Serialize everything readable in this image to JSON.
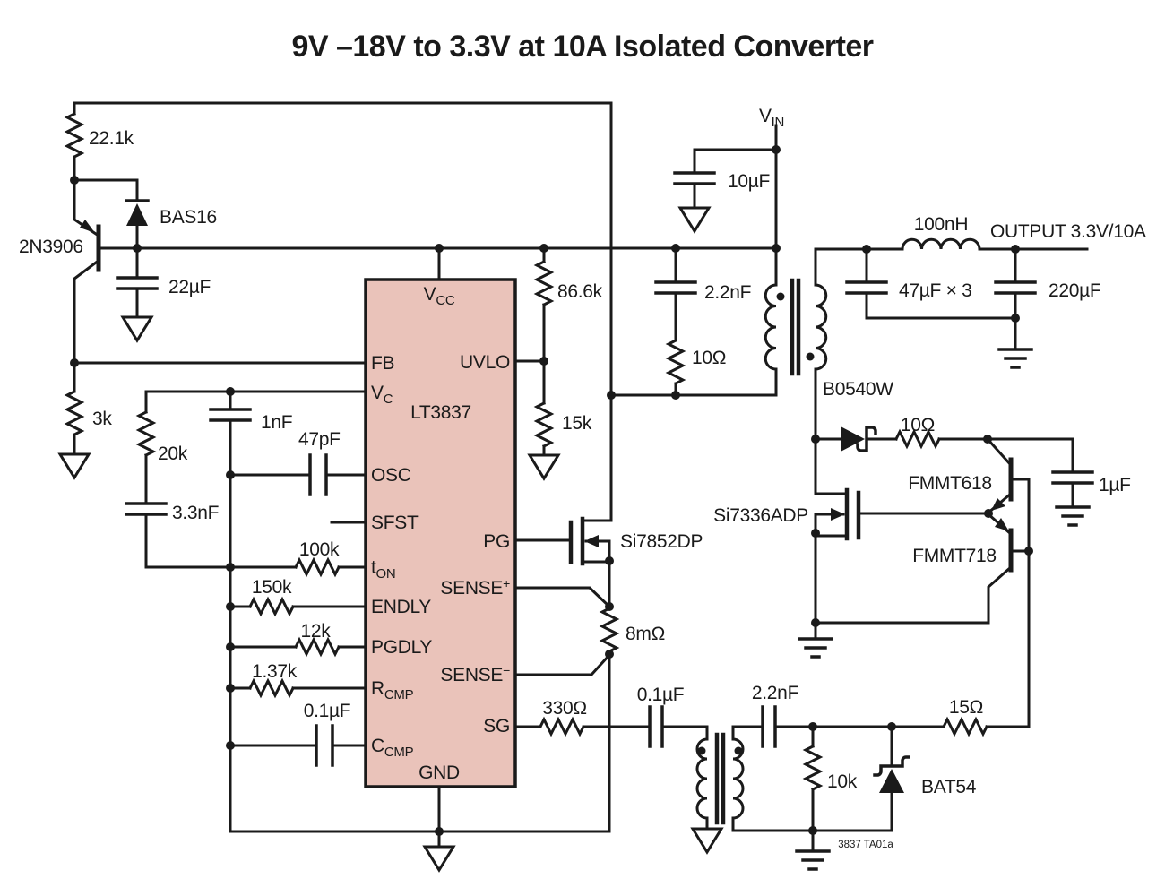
{
  "title": "9V –18V to 3.3V at 10A Isolated Converter",
  "note": "3837 TA01a",
  "colors": {
    "ic_fill": "#eac3ba",
    "line": "#1a1a1a"
  },
  "ic": {
    "name": "LT3837",
    "pins": {
      "vcc": {
        "base": "V",
        "sub": "CC"
      },
      "fb": "FB",
      "vc": {
        "base": "V",
        "sub": "C"
      },
      "osc": "OSC",
      "sfst": "SFST",
      "ton": {
        "base": "t",
        "sub": "ON"
      },
      "endly": "ENDLY",
      "pgdly": "PGDLY",
      "rcmp": {
        "base": "R",
        "sub": "CMP"
      },
      "ccmp": {
        "base": "C",
        "sub": "CMP"
      },
      "gnd": "GND",
      "uvlo": "UVLO",
      "pg": "PG",
      "sensep": {
        "base": "SENSE",
        "sup": "+"
      },
      "sensen": {
        "base": "SENSE",
        "sup": "−"
      },
      "sg": "SG"
    }
  },
  "components": {
    "r22_1k": "22.1k",
    "bas16": "BAS16",
    "q2n3906": "2N3906",
    "c22uf": "22µF",
    "r3k": "3k",
    "r20k": "20k",
    "c3_3nf": "3.3nF",
    "c1nf": "1nF",
    "c47pf": "47pF",
    "r100k": "100k",
    "r150k": "150k",
    "r12k": "12k",
    "r1_37k": "1.37k",
    "c0_1uf_ccmp": "0.1µF",
    "r86_6k": "86.6k",
    "r15k": "15k",
    "c10uf": "10µF",
    "vin": {
      "base": "V",
      "sub": "IN"
    },
    "c2_2nf_snub": "2.2nF",
    "r10_snub": "10Ω",
    "b0540w": "B0540W",
    "r10_gate": "10Ω",
    "si7336adp": "Si7336ADP",
    "fmmt618": "FMMT618",
    "fmmt718": "FMMT718",
    "c1uf": "1µF",
    "l100nh": "100nH",
    "c47uf": "47µF × 3",
    "c220uf": "220µF",
    "output": "OUTPUT 3.3V/10A",
    "si7852dp": "Si7852DP",
    "r8m": "8mΩ",
    "r330": "330Ω",
    "c0_1uf_sg": "0.1µF",
    "c2_2nf_bot": "2.2nF",
    "r10k": "10k",
    "bat54": "BAT54",
    "r15": "15Ω",
    "c47pf_note": ""
  }
}
